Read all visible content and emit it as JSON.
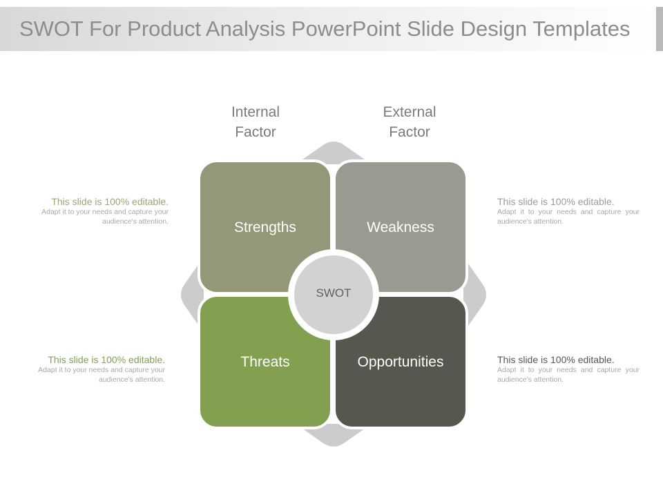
{
  "header": {
    "title": "SWOT For Product Analysis PowerPoint Slide Design Templates"
  },
  "factors": {
    "internal_line1": "Internal",
    "internal_line2": "Factor",
    "external_line1": "External",
    "external_line2": "Factor"
  },
  "quadrants": {
    "strengths": "Strengths",
    "weakness": "Weakness",
    "threats": "Threats",
    "opportunities": "Opportunities",
    "center": "SWOT"
  },
  "notes": {
    "top_left": {
      "head": "This slide is 100% editable.",
      "body": "Adapt it to your needs and capture your audience's attention."
    },
    "top_right": {
      "head": "This slide is 100% editable.",
      "body": "Adapt it to your needs and capture your audience's attention."
    },
    "bottom_left": {
      "head": "This slide is 100% editable.",
      "body": "Adapt it to your needs and capture your audience's attention."
    },
    "bottom_right": {
      "head": "This slide is 100% editable.",
      "body": "Adapt it to your needs and capture your audience's attention."
    }
  },
  "colors": {
    "strengths": "#929878",
    "weakness": "#9a9b90",
    "threats": "#82a050",
    "opportunities": "#55584f",
    "connector": "#cccccc",
    "center_circle": "#d2d2d2",
    "note_head_left_top": "#a0a07c",
    "note_head_left_bottom": "#82a050",
    "note_head_right_top": "#9a9a9a",
    "note_head_right_bottom": "#55584f"
  }
}
